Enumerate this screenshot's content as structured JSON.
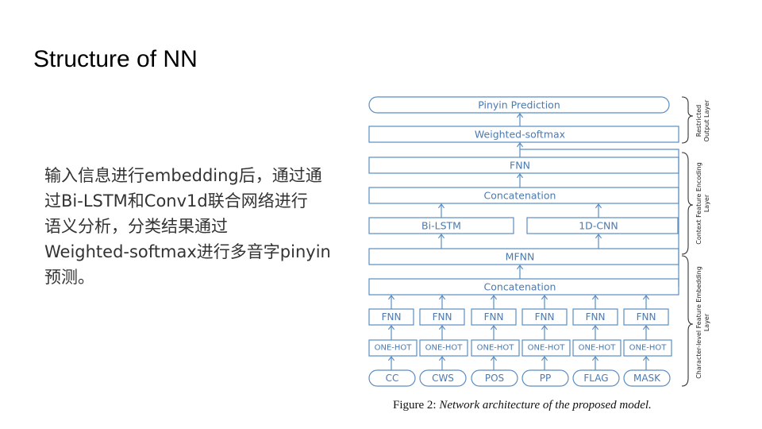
{
  "slide": {
    "title": "Structure of NN",
    "body_lines": [
      "输入信息进行embedding后，通过通",
      "过Bi-LSTM和Conv1d联合网络进行",
      "语义分析，分类结果通过",
      "Weighted-softmax进行多音字pinyin",
      "预测。"
    ]
  },
  "diagram": {
    "top": "Pinyin Prediction",
    "softmax": "Weighted-softmax",
    "fnn_top": "FNN",
    "concat_top": "Concatenation",
    "bilstm": "Bi-LSTM",
    "cnn": "1D-CNN",
    "mfnn": "MFNN",
    "concat_bottom": "Concatenation",
    "fnn_label": "FNN",
    "onehot_label": "ONE-HOT",
    "inputs": [
      "CC",
      "CWS",
      "POS",
      "PP",
      "FLAG",
      "MASK"
    ],
    "layers": {
      "restricted_1": "Restricted",
      "restricted_2": "Output Layer",
      "context_1": "Context Feature Encoding",
      "context_2": "Layer",
      "char_1": "Character-level Feature Embedding",
      "char_2": "Layer"
    }
  },
  "caption": {
    "prefix": "Figure 2:",
    "text": "Network architecture of the proposed model."
  }
}
